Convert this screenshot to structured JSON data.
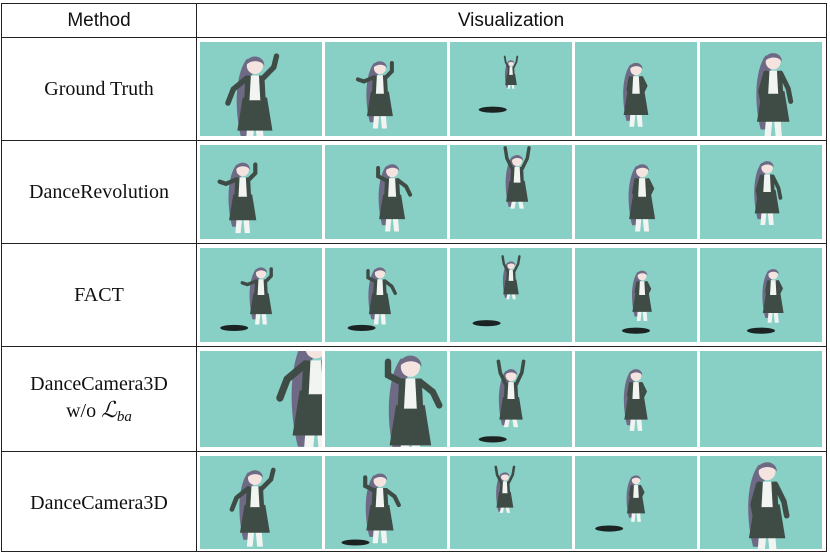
{
  "table": {
    "header": {
      "method": "Method",
      "visualization": "Visualization"
    },
    "rows": [
      {
        "method": "Ground Truth"
      },
      {
        "method": "DanceRevolution"
      },
      {
        "method": "FACT"
      },
      {
        "method_line1": "DanceCamera3D",
        "method_line2_prefix": "w/o",
        "method_loss_symbol": "ℒ",
        "method_loss_sub": "ba"
      },
      {
        "method": "DanceCamera3D"
      }
    ]
  },
  "colors": {
    "frame_background": "#88cfc6",
    "hair": "#6e6a85",
    "jacket": "#3f4c45",
    "shirt": "#f2f4f2",
    "shadow": "#111111"
  }
}
